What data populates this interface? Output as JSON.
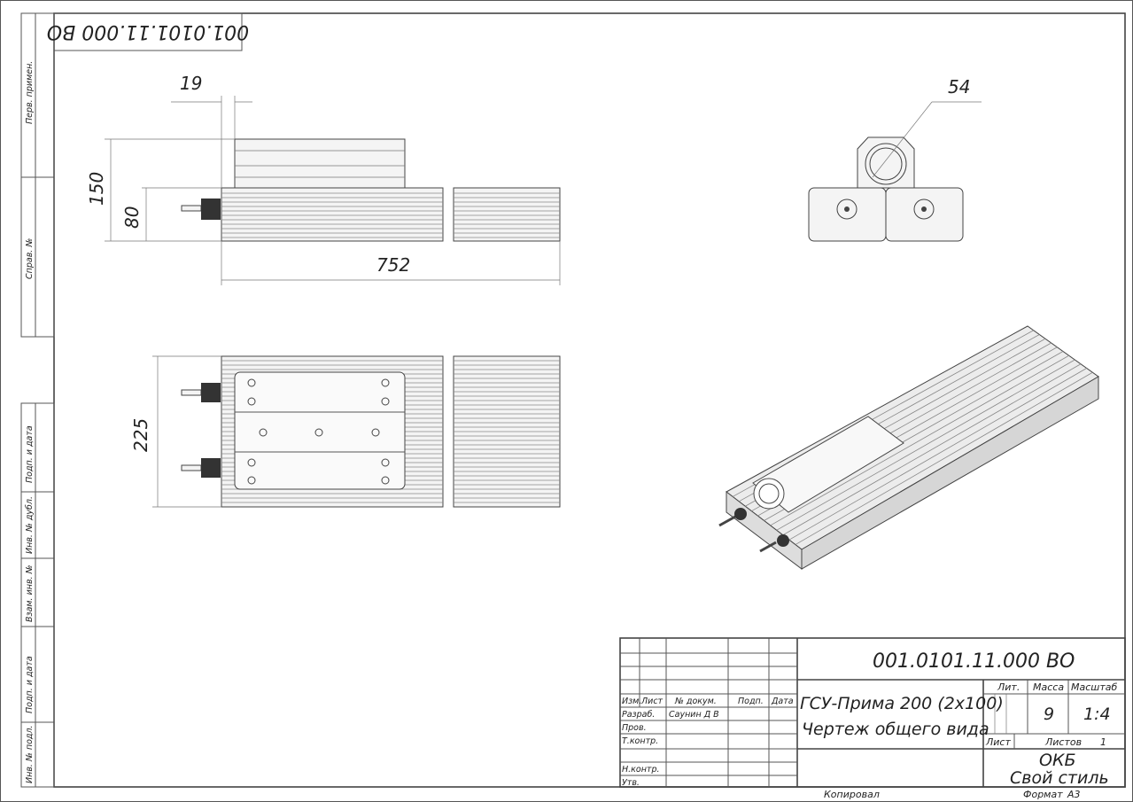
{
  "stamp_code": "001.0101.11.000 ВО",
  "side_strip": {
    "perv_primen": "Перв. примен.",
    "sprav_no": "Справ. №",
    "podp_data_1": "Подп. и дата",
    "inv_dubl": "Инв. № дубл.",
    "vzam_inv": "Взам. инв. №",
    "podp_data_2": "Подп. и дата",
    "inv_podl": "Инв. № подл."
  },
  "dimensions": {
    "d19": "19",
    "d150": "150",
    "d80": "80",
    "d752": "752",
    "d225": "225",
    "d54": "54"
  },
  "title_block": {
    "code": "001.0101.11.000 ВО",
    "name_line1": "ГСУ-Прима 200 (2х100)",
    "name_line2": "Чертеж общего вида",
    "headers": {
      "izm": "Изм.",
      "list": "Лист",
      "doc": "№ докум.",
      "podp": "Подп.",
      "data": "Дата"
    },
    "roles": [
      "Разраб.",
      "Пров.",
      "Т.контр.",
      "",
      "Н.контр.",
      "Утв."
    ],
    "developer": "Саунин Д В",
    "lit_label": "Лит.",
    "mass_label": "Масса",
    "scale_label": "Масштаб",
    "mass": "9",
    "scale": "1:4",
    "sheet_label": "Лист",
    "sheets_label": "Листов",
    "sheets": "1",
    "org_line1": "ОКБ",
    "org_line2": "Свой стиль"
  },
  "footer": {
    "copied": "Копировал",
    "format_label": "Формат",
    "format": "А3"
  }
}
